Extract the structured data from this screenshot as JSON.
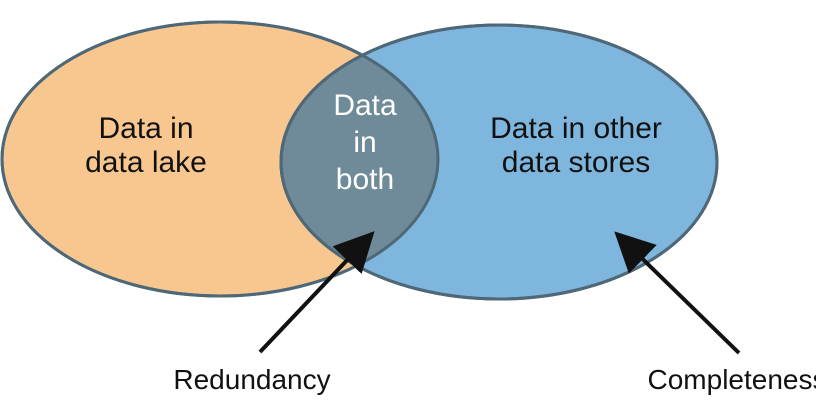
{
  "diagram": {
    "left_set": {
      "lines": [
        "Data in",
        "data lake"
      ]
    },
    "right_set": {
      "lines": [
        "Data in other",
        "data stores"
      ]
    },
    "intersection": {
      "lines": [
        "Data",
        "in",
        "both"
      ]
    },
    "callouts": {
      "redundancy": "Redundancy",
      "completeness": "Completeness"
    },
    "colors": {
      "left_fill": "#f8c78f",
      "right_fill": "#7fb6de",
      "intersection_fill": "#6f8a99",
      "outline": "#4f6877",
      "text_dark": "#111111",
      "text_light": "#ffffff"
    }
  }
}
